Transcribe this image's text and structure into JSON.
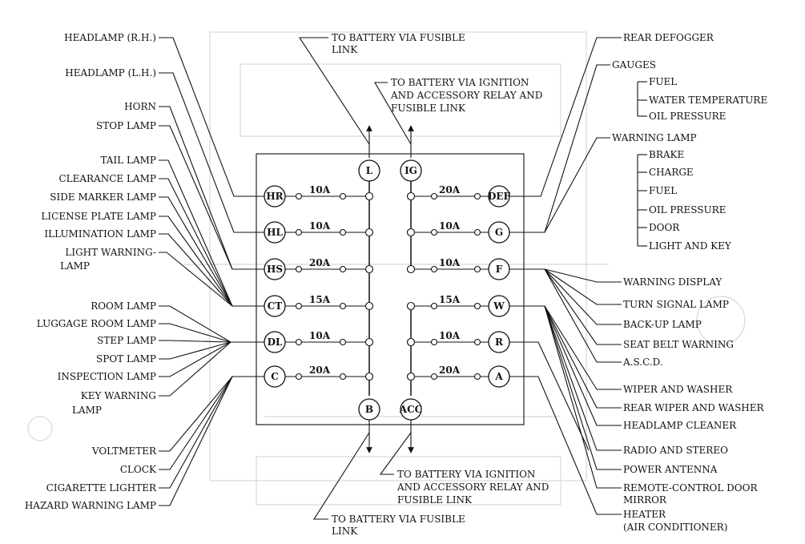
{
  "terminals_top": [
    "L",
    "IG"
  ],
  "terminals_bottom": [
    "B",
    "ACC"
  ],
  "left_fuses": [
    {
      "term": "HR",
      "amp": "10A"
    },
    {
      "term": "HL",
      "amp": "10A"
    },
    {
      "term": "HS",
      "amp": "20A"
    },
    {
      "term": "CT",
      "amp": "15A"
    },
    {
      "term": "DL",
      "amp": "10A"
    },
    {
      "term": "C",
      "amp": "20A"
    }
  ],
  "right_fuses": [
    {
      "term": "DEF",
      "amp": "20A"
    },
    {
      "term": "G",
      "amp": "10A"
    },
    {
      "term": "F",
      "amp": "10A"
    },
    {
      "term": "W",
      "amp": "15A"
    },
    {
      "term": "R",
      "amp": "10A"
    },
    {
      "term": "A",
      "amp": "20A"
    }
  ],
  "left_labels": [
    "HEADLAMP (R.H.)",
    "HEADLAMP (L.H.)",
    "HORN",
    "STOP LAMP",
    "TAIL LAMP",
    "CLEARANCE LAMP",
    "SIDE MARKER LAMP",
    "LICENSE PLATE LAMP",
    "ILLUMINATION LAMP",
    "LIGHT WARNING-",
    "LAMP",
    "ROOM LAMP",
    "LUGGAGE ROOM LAMP",
    "STEP LAMP",
    "SPOT LAMP",
    "INSPECTION LAMP",
    "KEY WARNING",
    "LAMP",
    "VOLTMETER",
    "CLOCK",
    "CIGARETTE LIGHTER",
    "HAZARD WARNING LAMP"
  ],
  "right_labels": [
    "REAR DEFOGGER",
    "GAUGES",
    "FUEL",
    "WATER TEMPERATURE",
    "OIL PRESSURE",
    "WARNING LAMP",
    "BRAKE",
    "CHARGE",
    "FUEL",
    "OIL PRESSURE",
    "DOOR",
    "LIGHT AND KEY",
    "WARNING DISPLAY",
    "TURN SIGNAL LAMP",
    "BACK-UP LAMP",
    "SEAT BELT WARNING",
    "A.S.C.D.",
    "WIPER AND WASHER",
    "REAR WIPER AND WASHER",
    "HEADLAMP CLEANER",
    "RADIO AND STEREO",
    "POWER ANTENNA",
    "REMOTE-CONTROL DOOR",
    "MIRROR",
    "HEATER",
    "(AIR CONDITIONER)"
  ],
  "notes": [
    "TO BATTERY VIA FUSIBLE",
    "LINK",
    "TO BATTERY VIA IGNITION",
    "AND ACCESSORY RELAY AND",
    "FUSIBLE LINK",
    "TO BATTERY VIA IGNITION",
    "AND ACCESSORY RELAY AND",
    "FUSIBLE LINK",
    "TO BATTERY VIA FUSIBLE",
    "LINK"
  ]
}
